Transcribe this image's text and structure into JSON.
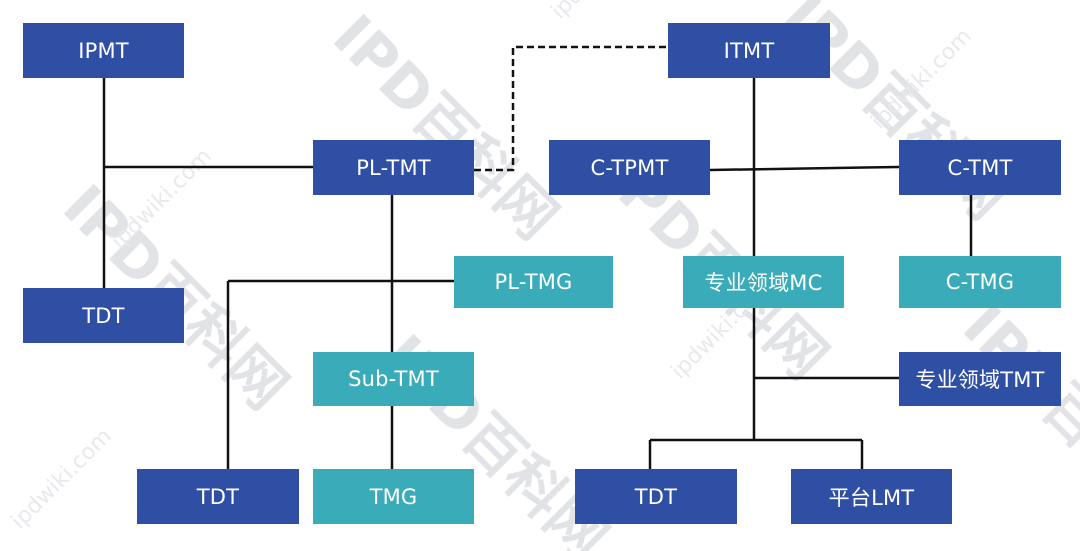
{
  "colors": {
    "management_team": "#2e4fa3",
    "working_group": "#3aabb8",
    "connector": "#111111",
    "watermark": "#c9ccd2"
  },
  "watermark": {
    "logo_text": "IPD百科网",
    "url_text": "ipdwiki.com"
  },
  "nodes": {
    "ipmt": "IPMT",
    "tdt_left": "TDT",
    "pl_tmt": "PL-TMT",
    "pl_tmg": "PL-TMG",
    "sub_tmt": "Sub-TMT",
    "tdt_mid": "TDT",
    "tmg": "TMG",
    "itmt": "ITMT",
    "c_tpmt": "C-TPMT",
    "c_tmt": "C-TMT",
    "c_tmg": "C-TMG",
    "domain_mc": "专业领域MC",
    "domain_tmt": "专业领域TMT",
    "tdt_right": "TDT",
    "platform_lmt": "平台LMT"
  }
}
